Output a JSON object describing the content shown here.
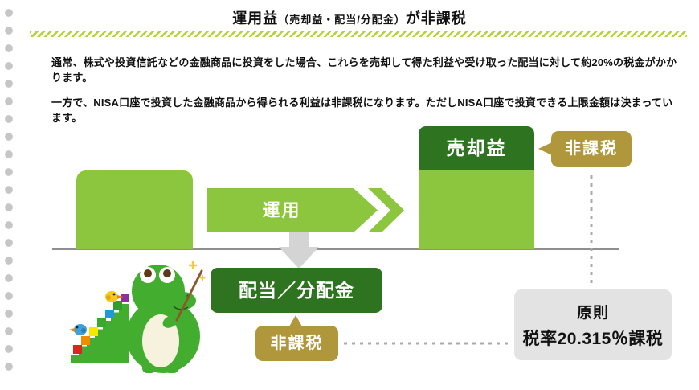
{
  "header": {
    "title_prefix": "運用益",
    "title_paren": "（売却益・配当/分配金）",
    "title_suffix": "が非課税"
  },
  "body": {
    "paragraph1": "通常、株式や投資信託などの金融商品に投資をした場合、これらを売却して得た利益や受け取った配当に対して約20%の税金がかかります。",
    "paragraph2": "一方で、NISA口座で投資した金融商品から得られる利益は非課税になります。ただしNISA口座で投資できる上限金額は決まっています。"
  },
  "diagram": {
    "operation_label": "運用",
    "capital_gain_label": "売却益",
    "tax_free_top_label": "非課税",
    "dividend_label": "配当／分配金",
    "tax_free_bottom_label": "非課税",
    "principle_line1": "原則",
    "principle_line2": "税率20.315％課税",
    "mascot": "crocodile-teacher-mascot-with-stair-blocks-birds-and-pointer",
    "colors": {
      "light_green": "#8cc63f",
      "dark_green": "#2e7420",
      "gold": "#b0973c",
      "stripe_green": "#b3d23c",
      "arrow_gray": "#d4d4d4",
      "box_gray": "#e3e3e3",
      "dash_gray": "#ababab",
      "baseline_gray": "#8f8f8f",
      "binder_dot_gray": "#c6c6c6"
    }
  }
}
